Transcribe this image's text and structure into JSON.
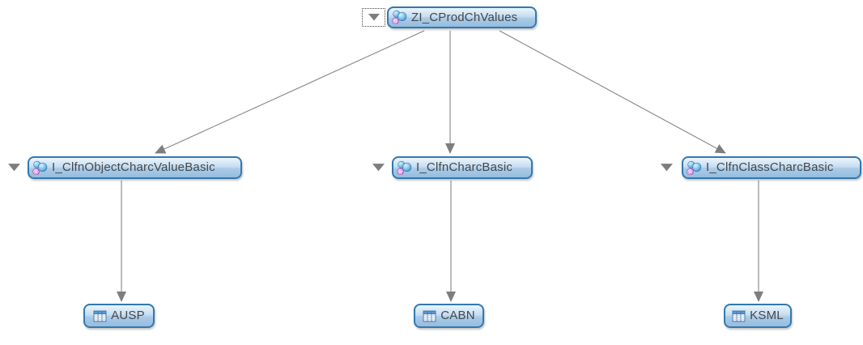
{
  "diagram": {
    "type": "dependency-tree",
    "nodes": {
      "root": {
        "label": "ZI_CProdChValues",
        "icon": "cds-view-icon",
        "kind": "cds-view"
      },
      "child_left": {
        "label": "I_ClfnObjectCharcValueBasic",
        "icon": "cds-view-icon",
        "kind": "cds-view"
      },
      "child_middle": {
        "label": "I_ClfnCharcBasic",
        "icon": "cds-view-icon",
        "kind": "cds-view"
      },
      "child_right": {
        "label": "I_ClfnClassCharcBasic",
        "icon": "cds-view-icon",
        "kind": "cds-view"
      },
      "leaf_left": {
        "label": "AUSP",
        "icon": "table-icon",
        "kind": "database-table"
      },
      "leaf_middle": {
        "label": "CABN",
        "icon": "table-icon",
        "kind": "database-table"
      },
      "leaf_right": {
        "label": "KSML",
        "icon": "table-icon",
        "kind": "database-table"
      }
    },
    "edges": [
      {
        "from": "ZI_CProdChValues",
        "to": "I_ClfnObjectCharcValueBasic"
      },
      {
        "from": "ZI_CProdChValues",
        "to": "I_ClfnCharcBasic"
      },
      {
        "from": "ZI_CProdChValues",
        "to": "I_ClfnClassCharcBasic"
      },
      {
        "from": "I_ClfnObjectCharcValueBasic",
        "to": "AUSP"
      },
      {
        "from": "I_ClfnCharcBasic",
        "to": "CABN"
      },
      {
        "from": "I_ClfnClassCharcBasic",
        "to": "KSML"
      }
    ],
    "colors": {
      "background": "#ffffff",
      "node_border": "#3279b0",
      "node_fill_top": "#eaf5fd",
      "node_fill_bottom": "#96bcde",
      "node_text": "#474747",
      "arrow": "#7e7e7e",
      "expander": "#7d7d7d"
    }
  }
}
